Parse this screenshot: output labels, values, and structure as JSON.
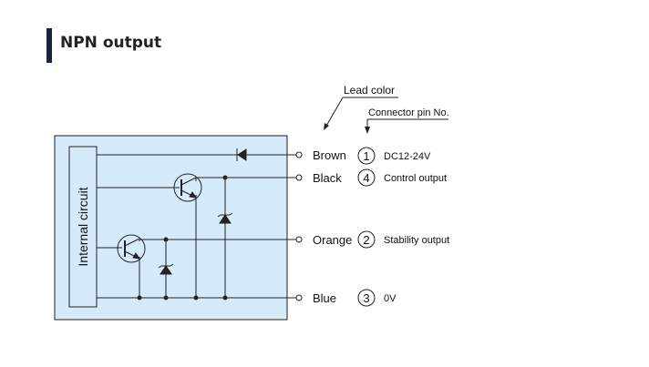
{
  "title": "NPN output",
  "header": {
    "lead_color": "Lead color",
    "connector_pin": "Connector pin No."
  },
  "internal_circuit": "Internal circuit",
  "leads": [
    {
      "color": "Brown",
      "pin": "1",
      "function": "DC12-24V"
    },
    {
      "color": "Black",
      "pin": "4",
      "function": "Control output"
    },
    {
      "color": "Orange",
      "pin": "2",
      "function": "Stability output"
    },
    {
      "color": "Blue",
      "pin": "3",
      "function": "0V"
    }
  ],
  "colors": {
    "box_fill": "#d6ebf9",
    "title_bar": "#1a2440"
  }
}
